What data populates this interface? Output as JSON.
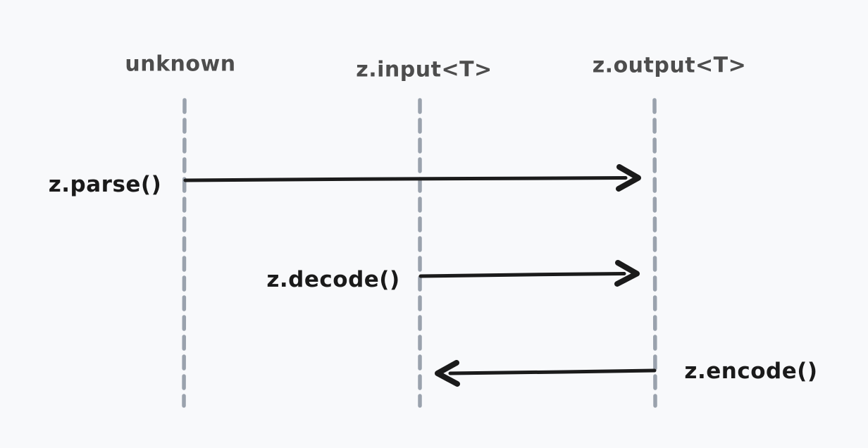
{
  "diagram": {
    "type": "sequence",
    "background_color": "#f8f9fb",
    "lifeline_color": "#9aa2ad",
    "lifeline_label_color": "#4d4d4d",
    "arrow_color": "#1b1b1b",
    "message_label_color": "#1a1a1a",
    "lifelines": [
      {
        "label": "unknown"
      },
      {
        "label": "z.input<T>"
      },
      {
        "label": "z.output<T>"
      }
    ],
    "messages": [
      {
        "label": "z.parse()",
        "from": "unknown",
        "to": "z.output<T>",
        "direction": "right"
      },
      {
        "label": "z.decode()",
        "from": "z.input<T>",
        "to": "z.output<T>",
        "direction": "right"
      },
      {
        "label": "z.encode()",
        "from": "z.output<T>",
        "to": "z.input<T>",
        "direction": "left"
      }
    ]
  }
}
